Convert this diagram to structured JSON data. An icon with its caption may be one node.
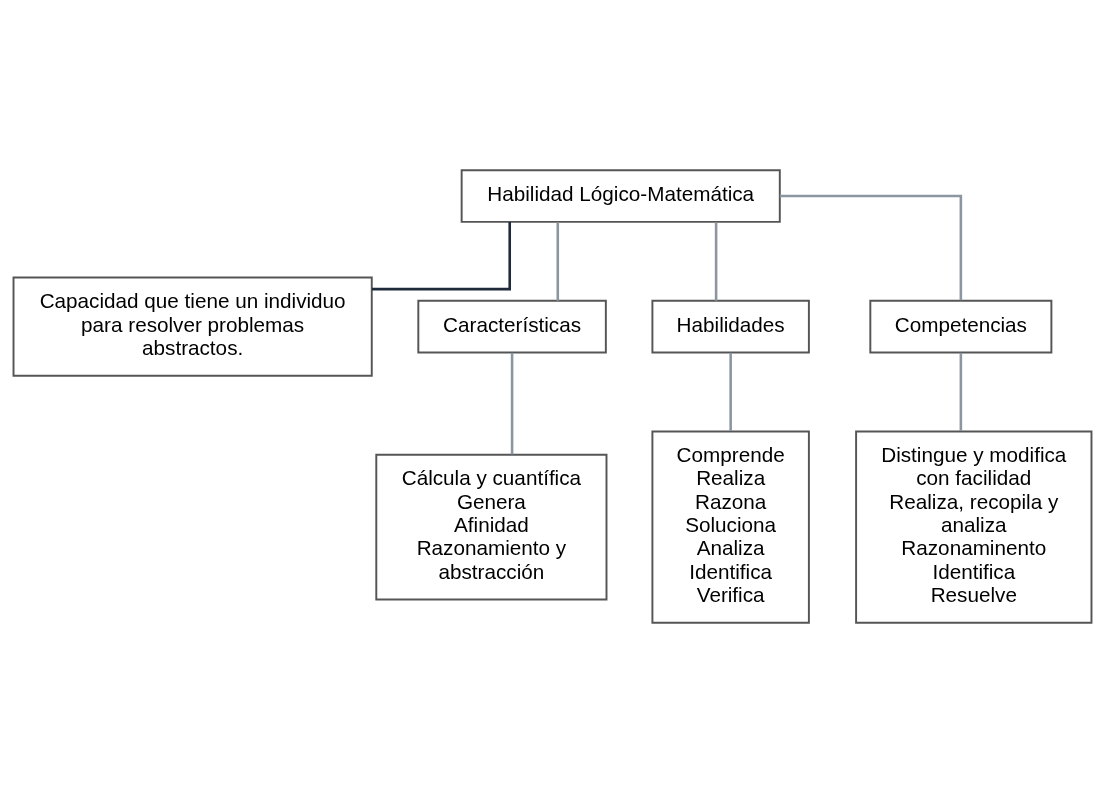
{
  "diagram": {
    "nodes": [
      {
        "text": [
          "Habilidad Lógico-Matemática"
        ]
      },
      {
        "text": [
          "Capacidad que tiene un individuo para resolver problemas abstractos."
        ]
      },
      {
        "text": [
          "Características"
        ]
      },
      {
        "text": [
          "Habilidades"
        ]
      },
      {
        "text": [
          "Competencias"
        ]
      },
      {
        "text": [
          "Cálcula y cuantífica",
          "Genera",
          "Afinidad",
          "Razonamiento y abstracción"
        ]
      },
      {
        "text": [
          "Comprende",
          "Realiza",
          "Razona",
          "Soluciona",
          "Analiza",
          "Identifica",
          "Verifica"
        ]
      },
      {
        "text": [
          "Distingue y modifica con facilidad",
          "Realiza, recopila y analiza",
          "Razonaminento",
          "Identifica",
          "Resuelve"
        ]
      }
    ],
    "edges": [
      {
        "from": 0,
        "to": 1,
        "arrow": "none",
        "color": "#1f2a3a"
      },
      {
        "from": 0,
        "to": 2,
        "arrow": "none"
      },
      {
        "from": 0,
        "to": 3,
        "arrow": "none"
      },
      {
        "from": 0,
        "to": 4,
        "arrow": "none"
      },
      {
        "from": 2,
        "to": 5,
        "arrow": "none"
      },
      {
        "from": 3,
        "to": 6,
        "arrow": "none"
      },
      {
        "from": 4,
        "to": 7,
        "arrow": "none"
      }
    ]
  }
}
